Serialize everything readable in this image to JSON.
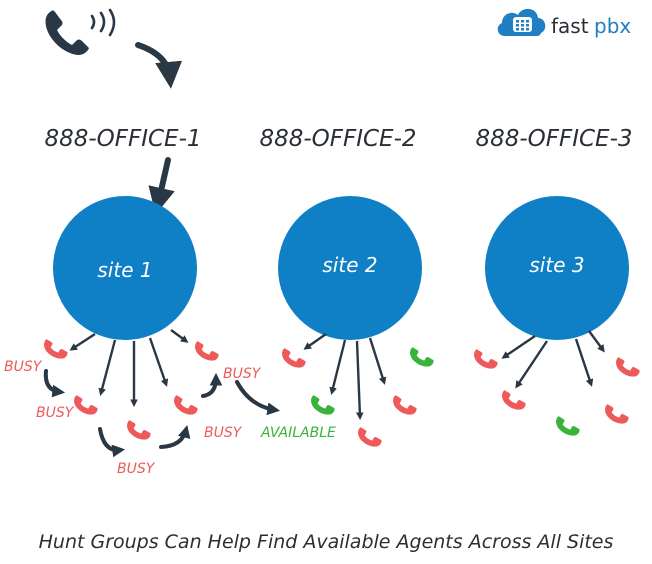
{
  "logo": {
    "word1": "fast",
    "word2": "pbx"
  },
  "colors": {
    "site": "#0f7fc6",
    "busy_phone": "#ee5a5a",
    "available_phone": "#3bb33b",
    "arrow": "#2a3744"
  },
  "offices": [
    {
      "number": "888-OFFICE-1",
      "site": "site 1"
    },
    {
      "number": "888-OFFICE-2",
      "site": "site 2"
    },
    {
      "number": "888-OFFICE-3",
      "site": "site 3"
    }
  ],
  "status": {
    "busy": "BUSY",
    "available": "AVAILABLE"
  },
  "caption": "Hunt Groups Can Help Find Available Agents Across All Sites"
}
